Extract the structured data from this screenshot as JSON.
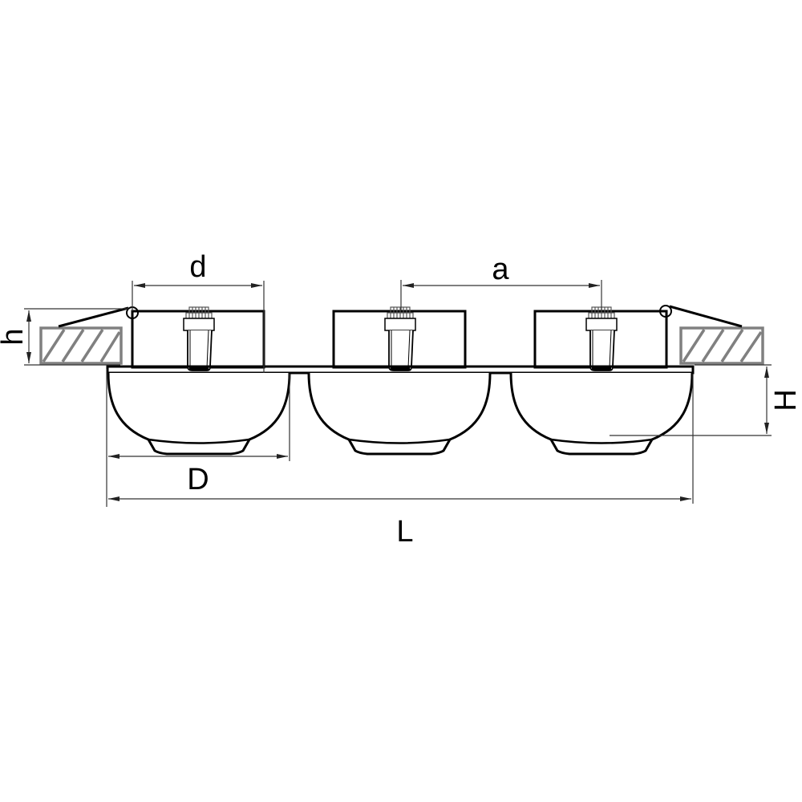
{
  "drawing": {
    "type": "technical-dimension-drawing",
    "subject": "triple recessed spotlight fixture, side view",
    "stroke_color": "#000000",
    "hatch_color": "#808080",
    "background": "#ffffff"
  },
  "dimensions": {
    "d": {
      "label": "d",
      "meaning": "cutout / housing width"
    },
    "a": {
      "label": "a",
      "meaning": "spacing between lamp centers"
    },
    "h": {
      "label": "h",
      "meaning": "recess depth"
    },
    "H": {
      "label": "H",
      "meaning": "visible height below ceiling"
    },
    "D": {
      "label": "D",
      "meaning": "single lamp bezel diameter"
    },
    "L": {
      "label": "L",
      "meaning": "overall length"
    }
  },
  "components": {
    "lamp_count": 3,
    "ceiling_sections": [
      "left",
      "right"
    ],
    "spring_clips": [
      "left",
      "right"
    ]
  }
}
